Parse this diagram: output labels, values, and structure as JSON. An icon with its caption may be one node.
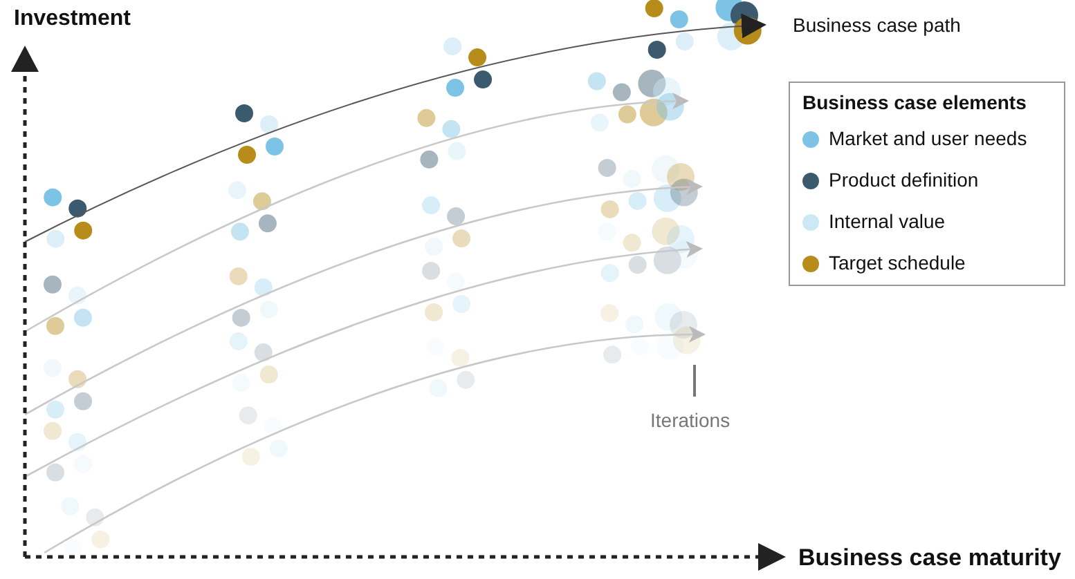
{
  "diagram": {
    "labels": [
      "Investment",
      "Business case path",
      "Business case elements",
      "Iterations",
      "Business case maturity"
    ],
    "legend": [
      {
        "text": "Market and user needs",
        "color": "#7cc3e6"
      },
      {
        "text": "Product definition",
        "color": "#3b5a6e"
      },
      {
        "text": "Internal value",
        "color": "#cde8f5"
      },
      {
        "text": "Target schedule",
        "color": "#b88c1a"
      }
    ]
  }
}
